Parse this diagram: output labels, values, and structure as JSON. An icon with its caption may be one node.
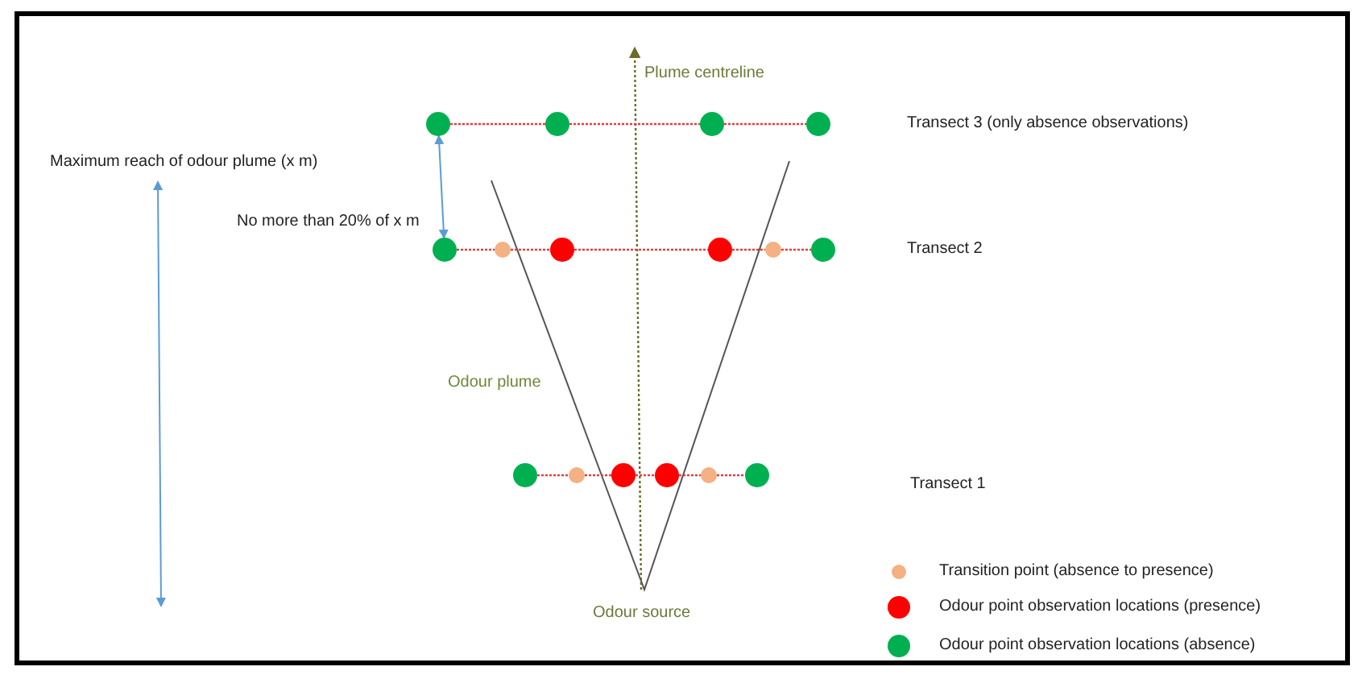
{
  "diagram": {
    "nodes": [
      {
        "text": [],
        "shape": "circle"
      },
      {
        "text": [],
        "shape": "circle"
      },
      {
        "text": [],
        "shape": "circle"
      },
      {
        "text": [],
        "shape": "circle"
      },
      {
        "text": [],
        "shape": "circle"
      },
      {
        "text": [],
        "shape": "circle"
      },
      {
        "text": [],
        "shape": "circle"
      },
      {
        "text": [],
        "shape": "circle"
      },
      {
        "text": [],
        "shape": "circle"
      },
      {
        "text": [],
        "shape": "circle"
      },
      {
        "text": [],
        "shape": "circle"
      },
      {
        "text": [],
        "shape": "circle"
      },
      {
        "text": [],
        "shape": "circle"
      },
      {
        "text": [],
        "shape": "circle"
      },
      {
        "text": [],
        "shape": "circle"
      },
      {
        "text": [],
        "shape": "circle"
      }
    ],
    "edges": [
      {
        "from": 0,
        "to": 1,
        "arrow": "none",
        "style": "dashed"
      },
      {
        "from": 1,
        "to": 2,
        "arrow": "none",
        "style": "dashed"
      },
      {
        "from": 2,
        "to": 3,
        "arrow": "none",
        "style": "dashed"
      },
      {
        "from": 4,
        "to": 5,
        "arrow": "none",
        "style": "dashed"
      },
      {
        "from": 5,
        "to": 6,
        "arrow": "none",
        "style": "dashed"
      },
      {
        "from": 6,
        "to": 7,
        "arrow": "none",
        "style": "dashed"
      },
      {
        "from": 7,
        "to": 8,
        "arrow": "none",
        "style": "dashed"
      },
      {
        "from": 8,
        "to": 9,
        "arrow": "none",
        "style": "dashed"
      },
      {
        "from": 10,
        "to": 11,
        "arrow": "none",
        "style": "dashed"
      },
      {
        "from": 11,
        "to": 12,
        "arrow": "none",
        "style": "dashed"
      },
      {
        "from": 12,
        "to": 13,
        "arrow": "none",
        "style": "dashed"
      },
      {
        "from": 13,
        "to": 14,
        "arrow": "none",
        "style": "dashed"
      },
      {
        "from": 14,
        "to": 15,
        "arrow": "none",
        "style": "dashed"
      },
      {
        "from": 0,
        "to": 4,
        "arrow": "both",
        "color": "#5b9bd5"
      }
    ],
    "labels": [
      "Plume centreline",
      "Transect 3 (only absence observations)",
      "Maximum reach of odour plume (x m)",
      "No more than 20% of x m",
      "Transect 2",
      "Odour plume",
      "Transect 1",
      "Odour source"
    ],
    "legend": [
      {
        "text": "Transition point (absence to presence)",
        "color": "#f4b183"
      },
      {
        "text": "Odour point observation locations (presence)",
        "color": "#ff0000"
      },
      {
        "text": "Odour point observation locations (absence)",
        "color": "#00b050"
      }
    ]
  }
}
